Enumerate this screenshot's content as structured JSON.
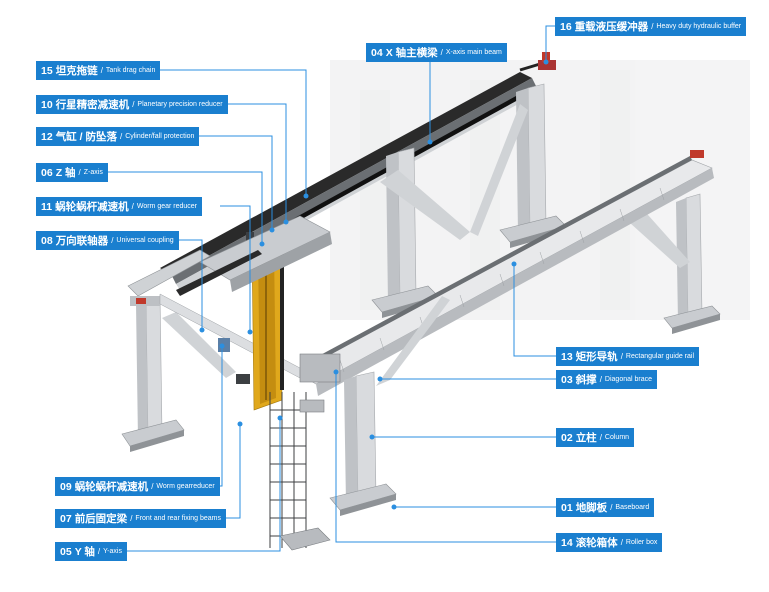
{
  "colors": {
    "label_bg": "#1a7fcf",
    "leader_line": "#2b8fe0",
    "steel": "#e3e4e6",
    "steel_dark": "#8f9397",
    "beam_black": "#2a2a2a",
    "accent_red": "#c0392b",
    "column_yellow": "#e0a81c"
  },
  "labels": [
    {
      "id": "label-15",
      "num": "15",
      "cn": "坦克拖链",
      "en": "Tank drag chain"
    },
    {
      "id": "label-10",
      "num": "10",
      "cn": "行星精密减速机",
      "en": "Planetary precision reducer"
    },
    {
      "id": "label-12",
      "num": "12",
      "cn": "气缸 / 防坠落",
      "en": "Cylinder/fall protection"
    },
    {
      "id": "label-06",
      "num": "06",
      "cn": "Z 轴",
      "en": "Z-axis"
    },
    {
      "id": "label-11",
      "num": "11",
      "cn": "蜗轮蜗杆减速机",
      "en": "Worm gear reducer"
    },
    {
      "id": "label-08",
      "num": "08",
      "cn": "万向联轴器",
      "en": "Universal coupling"
    },
    {
      "id": "label-09",
      "num": "09",
      "cn": "蜗轮蜗杆减速机",
      "en": "Worm gearreducer"
    },
    {
      "id": "label-07",
      "num": "07",
      "cn": "前后固定梁",
      "en": "Front and rear fixing beams"
    },
    {
      "id": "label-05",
      "num": "05",
      "cn": "Y 轴",
      "en": "Y-axis"
    },
    {
      "id": "label-16",
      "num": "16",
      "cn": "重载液压缓冲器",
      "en": "Heavy duty hydraulic buffer"
    },
    {
      "id": "label-04",
      "num": "04",
      "cn": "X  轴主横梁",
      "en": "X-axis main beam"
    },
    {
      "id": "label-13",
      "num": "13",
      "cn": "矩形导轨",
      "en": "Rectangular guide rail"
    },
    {
      "id": "label-03",
      "num": "03",
      "cn": "斜撑",
      "en": "Diagonal brace"
    },
    {
      "id": "label-02",
      "num": "02",
      "cn": "立柱",
      "en": "Column"
    },
    {
      "id": "label-01",
      "num": "01",
      "cn": "地脚板",
      "en": "Baseboard"
    },
    {
      "id": "label-14",
      "num": "14",
      "cn": "滚轮箱体",
      "en": "Roller box"
    }
  ]
}
